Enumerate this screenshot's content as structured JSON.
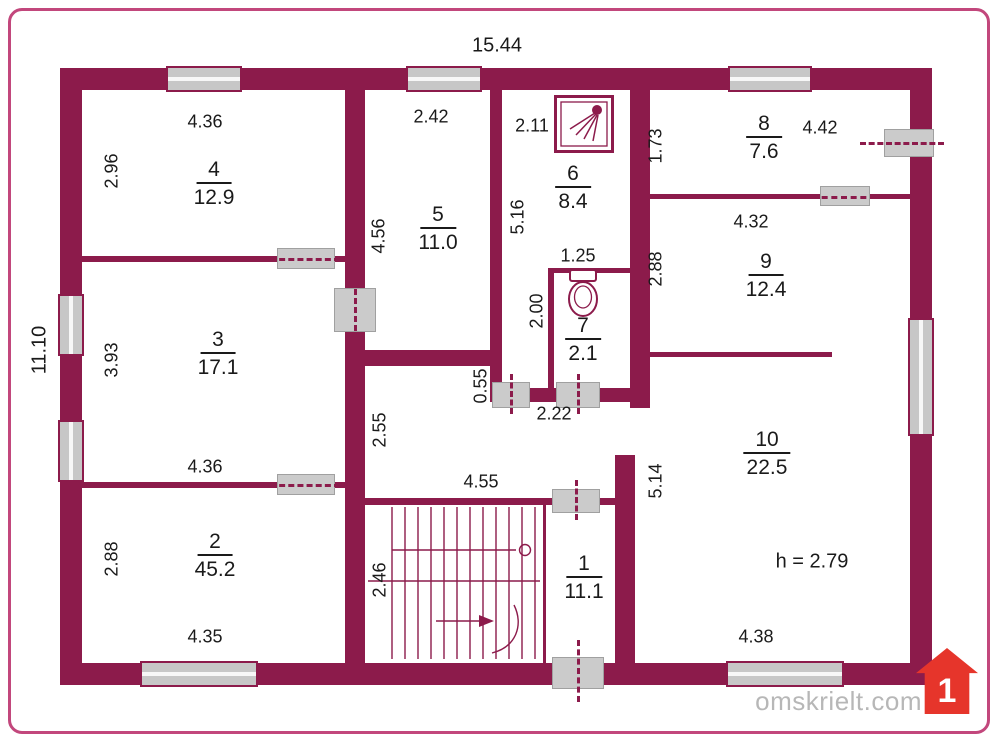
{
  "plan": {
    "width_total": "15.44",
    "height_total": "11.10",
    "ceiling_note": "h = 2.79"
  },
  "rooms": {
    "r1": {
      "num": "1",
      "area": "11.1"
    },
    "r2": {
      "num": "2",
      "area": "45.2"
    },
    "r3": {
      "num": "3",
      "area": "17.1"
    },
    "r4": {
      "num": "4",
      "area": "12.9"
    },
    "r5": {
      "num": "5",
      "area": "11.0"
    },
    "r6": {
      "num": "6",
      "area": "8.4"
    },
    "r7": {
      "num": "7",
      "area": "2.1"
    },
    "r8": {
      "num": "8",
      "area": "7.6"
    },
    "r9": {
      "num": "9",
      "area": "12.4"
    },
    "r10": {
      "num": "10",
      "area": "22.5"
    }
  },
  "dims": {
    "r4_w": "4.36",
    "r4_h": "2.96",
    "r5_w": "2.42",
    "r5_h": "4.56",
    "r6_w": "2.11",
    "r6_h": "5.16",
    "r7_w": "1.25",
    "r7_h": "2.00",
    "r7_w2": "2.22",
    "r7_h2": "0.55",
    "r8_w": "4.42",
    "r8_h": "1.73",
    "r9_w": "4.32",
    "r9_h": "2.88",
    "r3_h": "3.93",
    "r10_h": "5.14",
    "r10_w": "4.38",
    "r2_w": "4.36",
    "r2_h": "2.88",
    "r2_w2": "4.35",
    "r1_w": "4.55",
    "r1_h": "2.46",
    "hall_h": "2.55"
  },
  "watermark": {
    "site": "omskrielt.com",
    "floor": "1"
  },
  "colors": {
    "wall": "#8c1b4b",
    "frame": "#c2477c",
    "window_fill": "#c7c7c7",
    "logo_red": "#e6352b"
  }
}
